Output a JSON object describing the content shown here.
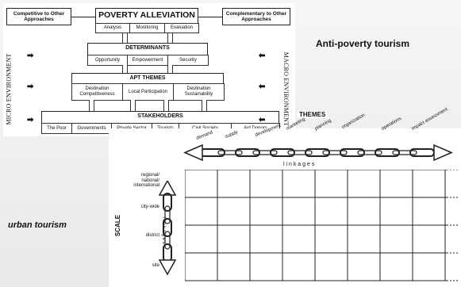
{
  "apt": {
    "competitive": "Competitive to Other Approaches",
    "title": "POVERTY ALLEVIATION",
    "title_items": [
      "Analysis",
      "Monitoring",
      "Evaluation"
    ],
    "complementary": "Complementary to Other Approaches",
    "determinants": "DETERMINANTS",
    "determinant_items": [
      "Opportunity",
      "Empowerment",
      "Security"
    ],
    "themes": "APT THEMES",
    "theme_items": [
      "Destination Competitiveness",
      "Local Participation",
      "Destination Sustainability"
    ],
    "stakeholders": "STAKEHOLDERS",
    "stakeholder_items": [
      "The Poor",
      "Governments",
      "Private Sector",
      "Tourists",
      "Civil Society",
      "Aid Donors"
    ],
    "micro": "MICRO ENVIRONMENT",
    "macro": "MACRO ENVIRONMENT"
  },
  "caption_anti_poverty": "Anti-poverty tourism",
  "caption_urban": "urban tourism",
  "urban": {
    "themes_title": "THEMES",
    "theme_labels": [
      "demand",
      "supply",
      "development",
      "marketing",
      "planning",
      "organization",
      "operations",
      "impact assessment"
    ],
    "linkages_h": "l i n k a g e s",
    "scale_title": "SCALE",
    "scale_labels": [
      "regional/ national/ international",
      "city-wide",
      "district",
      "site"
    ],
    "linkages_v": "l i n k a g e s"
  }
}
